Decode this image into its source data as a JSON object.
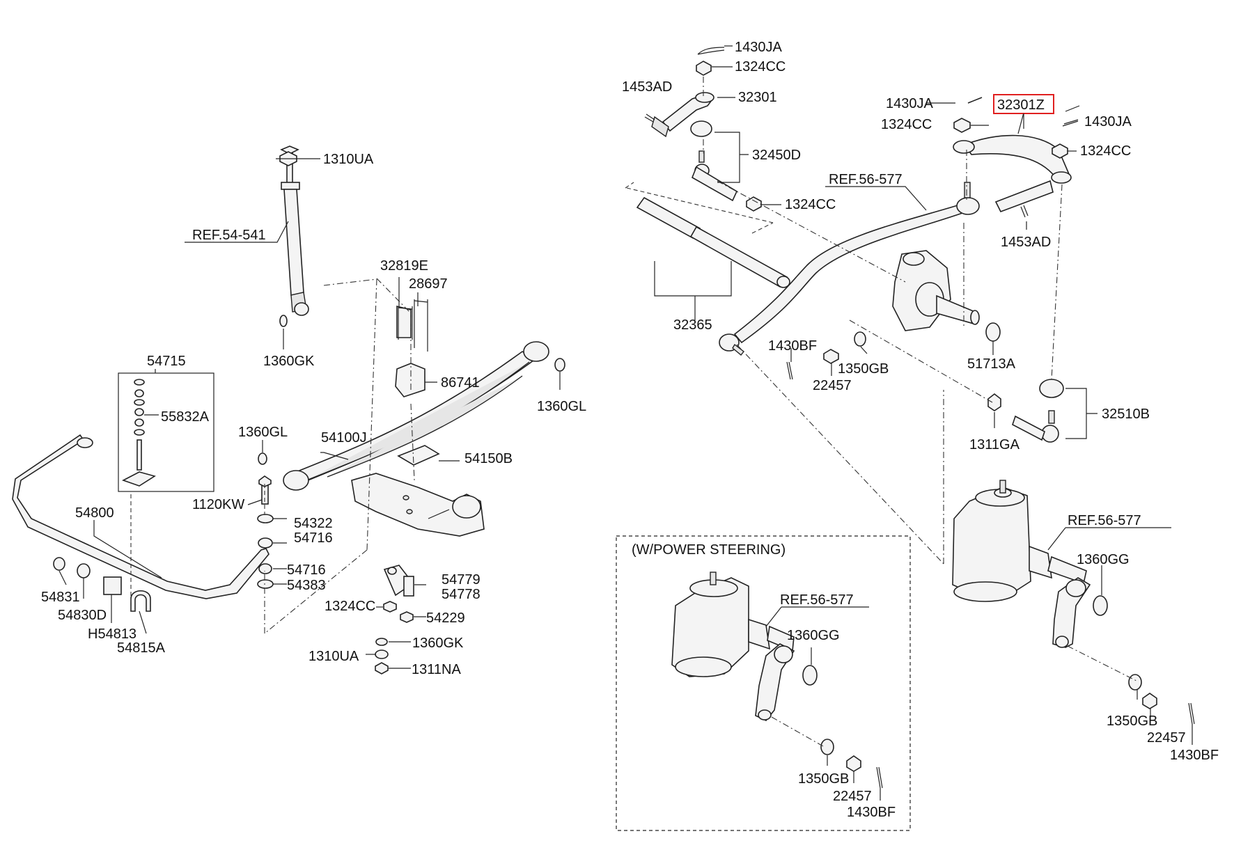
{
  "labels": {
    "p_1430JA_top": "1430JA",
    "p_1324CC_top": "1324CC",
    "p_1453AD_left": "1453AD",
    "p_32301": "32301",
    "p_32450D": "32450D",
    "p_1324CC_mid": "1324CC",
    "p_1430JA_r1": "1430JA",
    "p_32301Z": "32301Z",
    "p_1430JA_r2": "1430JA",
    "p_1324CC_r1": "1324CC",
    "p_1324CC_r2": "1324CC",
    "p_ref_56577_a": "REF.56-577",
    "p_1453AD_right": "1453AD",
    "p_32365": "32365",
    "p_1430BF_mid": "1430BF",
    "p_1350GB_mid": "1350GB",
    "p_22457_mid": "22457",
    "p_51713A": "51713A",
    "p_32510B": "32510B",
    "p_1311GA": "1311GA",
    "p_1310UA_top": "1310UA",
    "p_ref_54541": "REF.54-541",
    "p_1360GK_top": "1360GK",
    "p_32819E": "32819E",
    "p_28697": "28697",
    "p_86741": "86741",
    "p_1360GL_r": "1360GL",
    "p_54715": "54715",
    "p_55832A": "55832A",
    "p_1360GL_l": "1360GL",
    "p_54100J": "54100J",
    "p_54150B": "54150B",
    "p_1120KW": "1120KW",
    "p_54800": "54800",
    "p_54322": "54322",
    "p_54716_a": "54716",
    "p_54716_b": "54716",
    "p_54383": "54383",
    "p_54779": "54779",
    "p_54778": "54778",
    "p_1324CC_low": "1324CC",
    "p_54229": "54229",
    "p_1360GK_low": "1360GK",
    "p_1310UA_low": "1310UA",
    "p_1311NA": "1311NA",
    "p_54831": "54831",
    "p_54830D": "54830D",
    "p_H54813": "H54813",
    "p_54815A": "54815A",
    "p_ref_56577_b": "REF.56-577",
    "p_1360GG_r": "1360GG",
    "p_1350GB_r": "1350GB",
    "p_22457_r": "22457",
    "p_1430BF_r": "1430BF",
    "p_power_steering": "(W/POWER STEERING)",
    "p_ref_56577_c": "REF.56-577",
    "p_1360GG_box": "1360GG",
    "p_1350GB_box": "1350GB",
    "p_22457_box": "22457",
    "p_1430BF_box": "1430BF"
  },
  "colors": {
    "line": "#222222",
    "highlight": "#e02020",
    "background": "#ffffff"
  },
  "highlighted_part": "32301Z"
}
